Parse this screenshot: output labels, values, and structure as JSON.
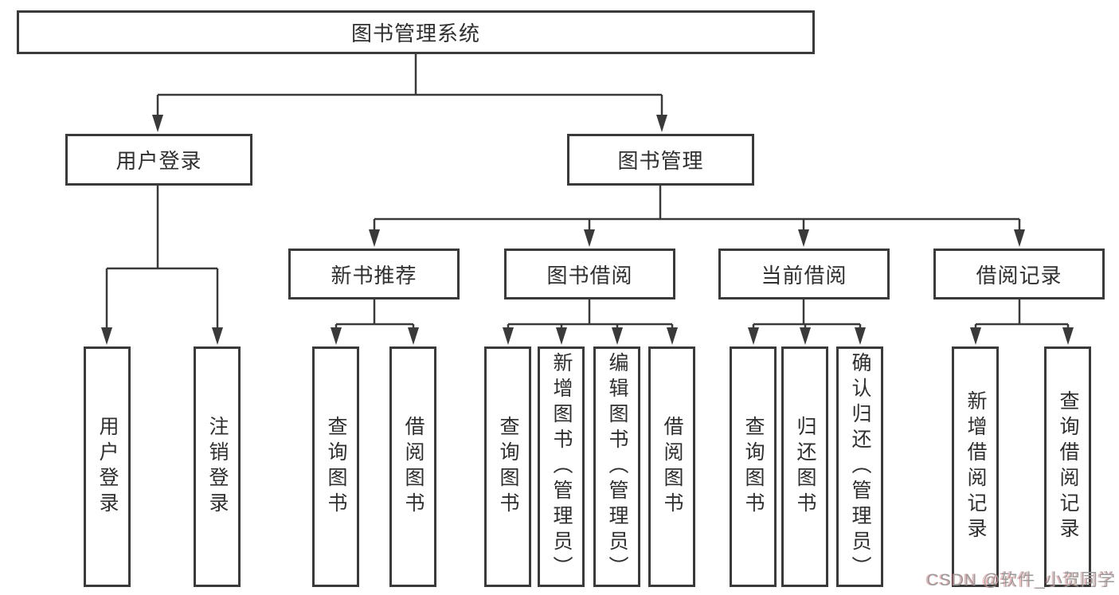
{
  "tree": {
    "root": {
      "label": "图书管理系统"
    },
    "level2": [
      {
        "label": "用户登录",
        "children": [
          {
            "label": "用户登录"
          },
          {
            "label": "注销登录"
          }
        ]
      },
      {
        "label": "图书管理",
        "children": [
          {
            "label": "新书推荐",
            "children": [
              {
                "label": "查询图书"
              },
              {
                "label": "借阅图书"
              }
            ]
          },
          {
            "label": "图书借阅",
            "children": [
              {
                "label": "查询图书"
              },
              {
                "label": "新增图书（管理员）"
              },
              {
                "label": "编辑图书（管理员）"
              },
              {
                "label": "借阅图书"
              }
            ]
          },
          {
            "label": "当前借阅",
            "children": [
              {
                "label": "查询图书"
              },
              {
                "label": "归还图书"
              },
              {
                "label": "确认归还（管理员）"
              }
            ]
          },
          {
            "label": "借阅记录",
            "children": [
              {
                "label": "新增借阅记录"
              },
              {
                "label": "查询借阅记录"
              }
            ]
          }
        ]
      }
    ]
  },
  "watermark": {
    "text": "CSDN @软件_小贺同学"
  },
  "colors": {
    "line": "#3a3a3a",
    "text": "#2f2f2f",
    "background": "#ffffff",
    "watermark": "#9a9a9a",
    "watermark_shadow": "#d65c5c"
  }
}
